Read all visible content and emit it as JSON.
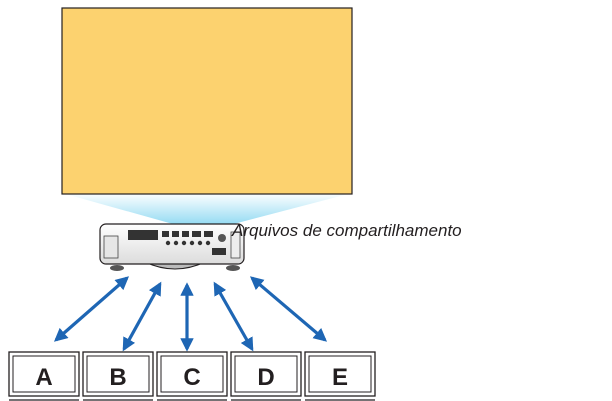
{
  "caption": "Arquivos de compartilhamento",
  "clients": [
    "A",
    "B",
    "C",
    "D",
    "E"
  ],
  "colors": {
    "screen_fill": "#fcd26f",
    "screen_border": "#231f20",
    "beam_top": "#ffffff",
    "beam_bottom": "#8fd9f2",
    "arrow": "#1e66b4",
    "projector_body": "#f4f4f4",
    "projector_outline": "#231f20",
    "monitor_border": "#231f20"
  },
  "icons": {
    "screen": "projection-screen",
    "projector": "projector-icon",
    "arrow": "double-headed-arrow-icon",
    "monitor": "monitor-icon"
  }
}
